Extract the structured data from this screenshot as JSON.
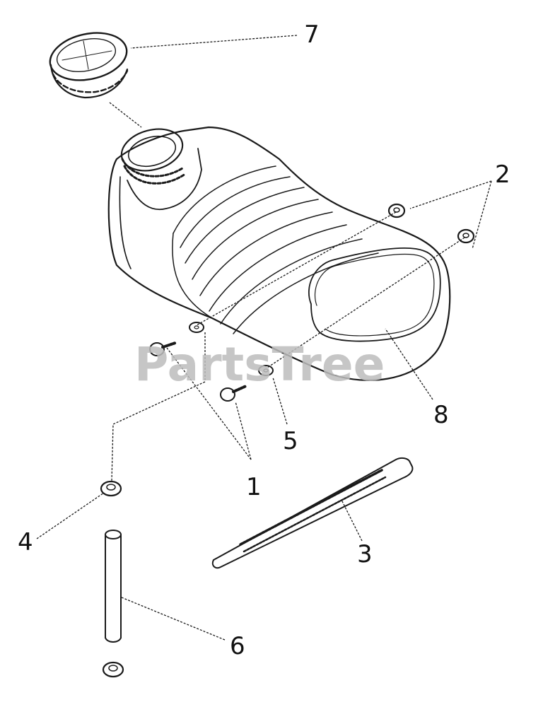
{
  "watermark": "PartsTree",
  "callouts": [
    {
      "id": "1",
      "label": "1"
    },
    {
      "id": "2",
      "label": "2"
    },
    {
      "id": "3",
      "label": "3"
    },
    {
      "id": "4",
      "label": "4"
    },
    {
      "id": "5",
      "label": "5"
    },
    {
      "id": "6",
      "label": "6"
    },
    {
      "id": "7",
      "label": "7"
    },
    {
      "id": "8",
      "label": "8"
    }
  ]
}
